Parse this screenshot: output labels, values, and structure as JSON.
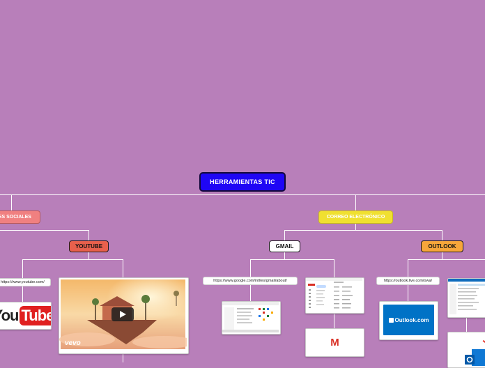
{
  "root": {
    "label": "HERRAMIENTAS TIC"
  },
  "categories": {
    "redes": {
      "label": "REDES SOCIALES",
      "color": "#f08080"
    },
    "correo": {
      "label": "CORREO ELECTRÓNICO",
      "color": "#f0e030"
    }
  },
  "tools": {
    "youtube": {
      "label": "YOUTUBE",
      "color": "#e8604c",
      "url": "https://www.youtube.com/",
      "logo_text_you": "You",
      "logo_text_tube": "Tube",
      "video_brand": "vevo"
    },
    "gmail": {
      "label": "GMAIL",
      "color": "#ffffff",
      "url": "https://www.google.com/intl/es/gmail/about/",
      "logo_letter": "M"
    },
    "outlook": {
      "label": "OUTLOOK",
      "color": "#f7a63a",
      "url": "https://outlook.live.com/owa/",
      "logo_text": "Outlook.com"
    }
  }
}
